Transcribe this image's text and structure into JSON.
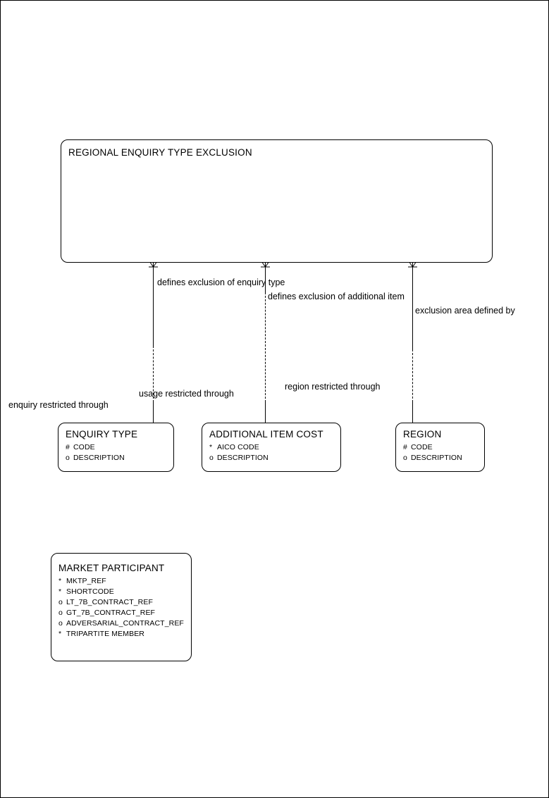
{
  "diagram": {
    "type": "entity-relationship-diagram",
    "title": "REGIONAL ENQUIRY TYPE EXCLUSION"
  },
  "entities": [
    {
      "id": "regional-enquiry-type-exclusion",
      "name": "REGIONAL ENQUIRY TYPE EXCLUSION",
      "attributes": []
    },
    {
      "id": "enquiry-type",
      "name": "ENQUIRY TYPE",
      "attributes": [
        {
          "marker": "#",
          "label": "CODE"
        },
        {
          "marker": "o",
          "label": "DESCRIPTION"
        }
      ]
    },
    {
      "id": "additional-item-cost",
      "name": "ADDITIONAL ITEM COST",
      "attributes": [
        {
          "marker": "*",
          "label": "AICO CODE"
        },
        {
          "marker": "o",
          "label": "DESCRIPTION"
        }
      ]
    },
    {
      "id": "region",
      "name": "REGION",
      "attributes": [
        {
          "marker": "#",
          "label": "CODE"
        },
        {
          "marker": "o",
          "label": "DESCRIPTION"
        }
      ]
    },
    {
      "id": "market-participant",
      "name": "MARKET PARTICIPANT",
      "attributes": [
        {
          "marker": "*",
          "label": "MKTP_REF"
        },
        {
          "marker": "*",
          "label": "SHORTCODE"
        },
        {
          "marker": "o",
          "label": "LT_7B_CONTRACT_REF"
        },
        {
          "marker": "o",
          "label": "GT_7B_CONTRACT_REF"
        },
        {
          "marker": "o",
          "label": "ADVERSARIAL_CONTRACT_REF"
        },
        {
          "marker": "*",
          "label": "TRIPARTITE MEMBER"
        }
      ]
    }
  ],
  "relationships": [
    {
      "id": "rel-enquiry-type-top",
      "label": "defines exclusion of enquiry type"
    },
    {
      "id": "rel-additional-item-top",
      "label": "defines exclusion of additional item"
    },
    {
      "id": "rel-region-top",
      "label": "exclusion area defined by"
    },
    {
      "id": "rel-enquiry-restricted",
      "label": "enquiry restricted through"
    },
    {
      "id": "rel-usage-restricted",
      "label": "usage restricted through"
    },
    {
      "id": "rel-region-restricted",
      "label": "region restricted through"
    }
  ],
  "colors": {
    "line": "#000000",
    "text": "#000000",
    "background": "#ffffff"
  }
}
